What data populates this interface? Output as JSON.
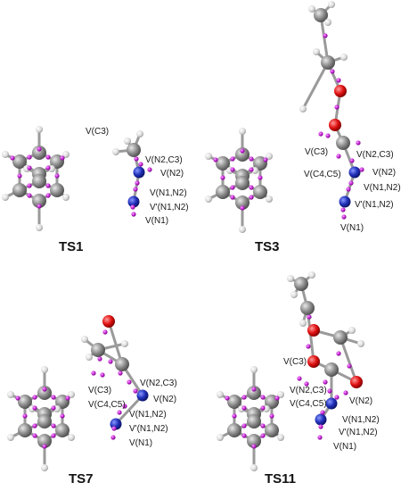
{
  "colors": {
    "background": "#ffffff",
    "carbon": "#8c8c8c",
    "hydrogen": "#e6e6e6",
    "nitrogen": "#1f2fb8",
    "oxygen": "#e01010",
    "basin": "#c21fd1",
    "bond": "#9a9a9a"
  },
  "panels": [
    {
      "title": "TS1",
      "labels": [
        "V(C3)",
        "V(N2,C3)",
        "V(N2)",
        "V(N1,N2)",
        "V'(N1,N2)",
        "V(N1)"
      ]
    },
    {
      "title": "TS3",
      "labels": [
        "V(C3)",
        "V(N2,C3)",
        "V(C4,C5)",
        "V(N2)",
        "V(N1,N2)",
        "V'(N1,N2)",
        "V(N1)"
      ]
    },
    {
      "title": "TS7",
      "labels": [
        "V(N2,C3)",
        "V(C3)",
        "V(N2)",
        "V(C4,C5)",
        "V(N1,N2)",
        "V'(N1,N2)",
        "V(N1)"
      ]
    },
    {
      "title": "TS11",
      "labels": [
        "V(C3)",
        "V(N2,C3)",
        "V(N2)",
        "V(C4,C5)",
        "V(N1,N2)",
        "V'(N1,N2)",
        "V(N1)"
      ]
    }
  ]
}
